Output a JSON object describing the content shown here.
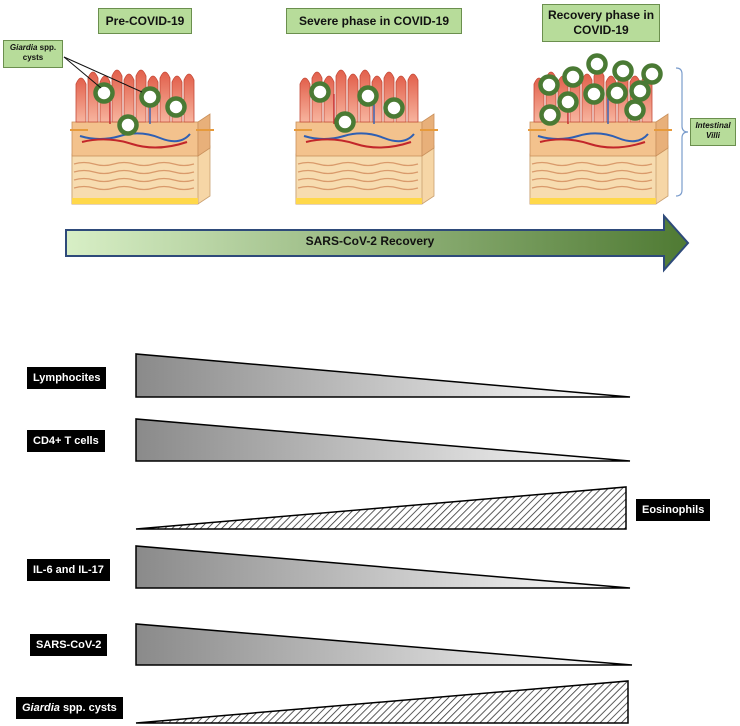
{
  "phases": [
    {
      "label": "Pre-COVID-19"
    },
    {
      "label": "Severe phase in COVID-19"
    },
    {
      "label": "Recovery phase in COVID-19"
    }
  ],
  "callouts": {
    "cysts_italic": "Giardia",
    "cysts_rest": " spp. cysts",
    "villi": "Intestinal Villi"
  },
  "recovery_arrow": {
    "label": "SARS-CoV-2 Recovery"
  },
  "trends": [
    {
      "label": "Lymphocites",
      "direction": "decreasing",
      "style": "gradient"
    },
    {
      "label": "CD4+ T cells",
      "direction": "decreasing",
      "style": "gradient"
    },
    {
      "label": "Eosinophils",
      "direction": "increasing",
      "style": "hatched"
    },
    {
      "label": "IL-6 and IL-17",
      "direction": "decreasing",
      "style": "gradient"
    },
    {
      "label": "SARS-CoV-2",
      "direction": "decreasing",
      "style": "gradient"
    },
    {
      "label_italic": "Giardia",
      "label_rest": " spp. cysts",
      "direction": "increasing",
      "style": "hatched"
    }
  ],
  "colors": {
    "label_box": "#b7dc9a",
    "arrow_start": "#d7eec4",
    "arrow_end": "#4f7a33",
    "cyst_ring": "#4a7a34",
    "villi": "#f1907a",
    "tissue": "#f7d9a8"
  }
}
